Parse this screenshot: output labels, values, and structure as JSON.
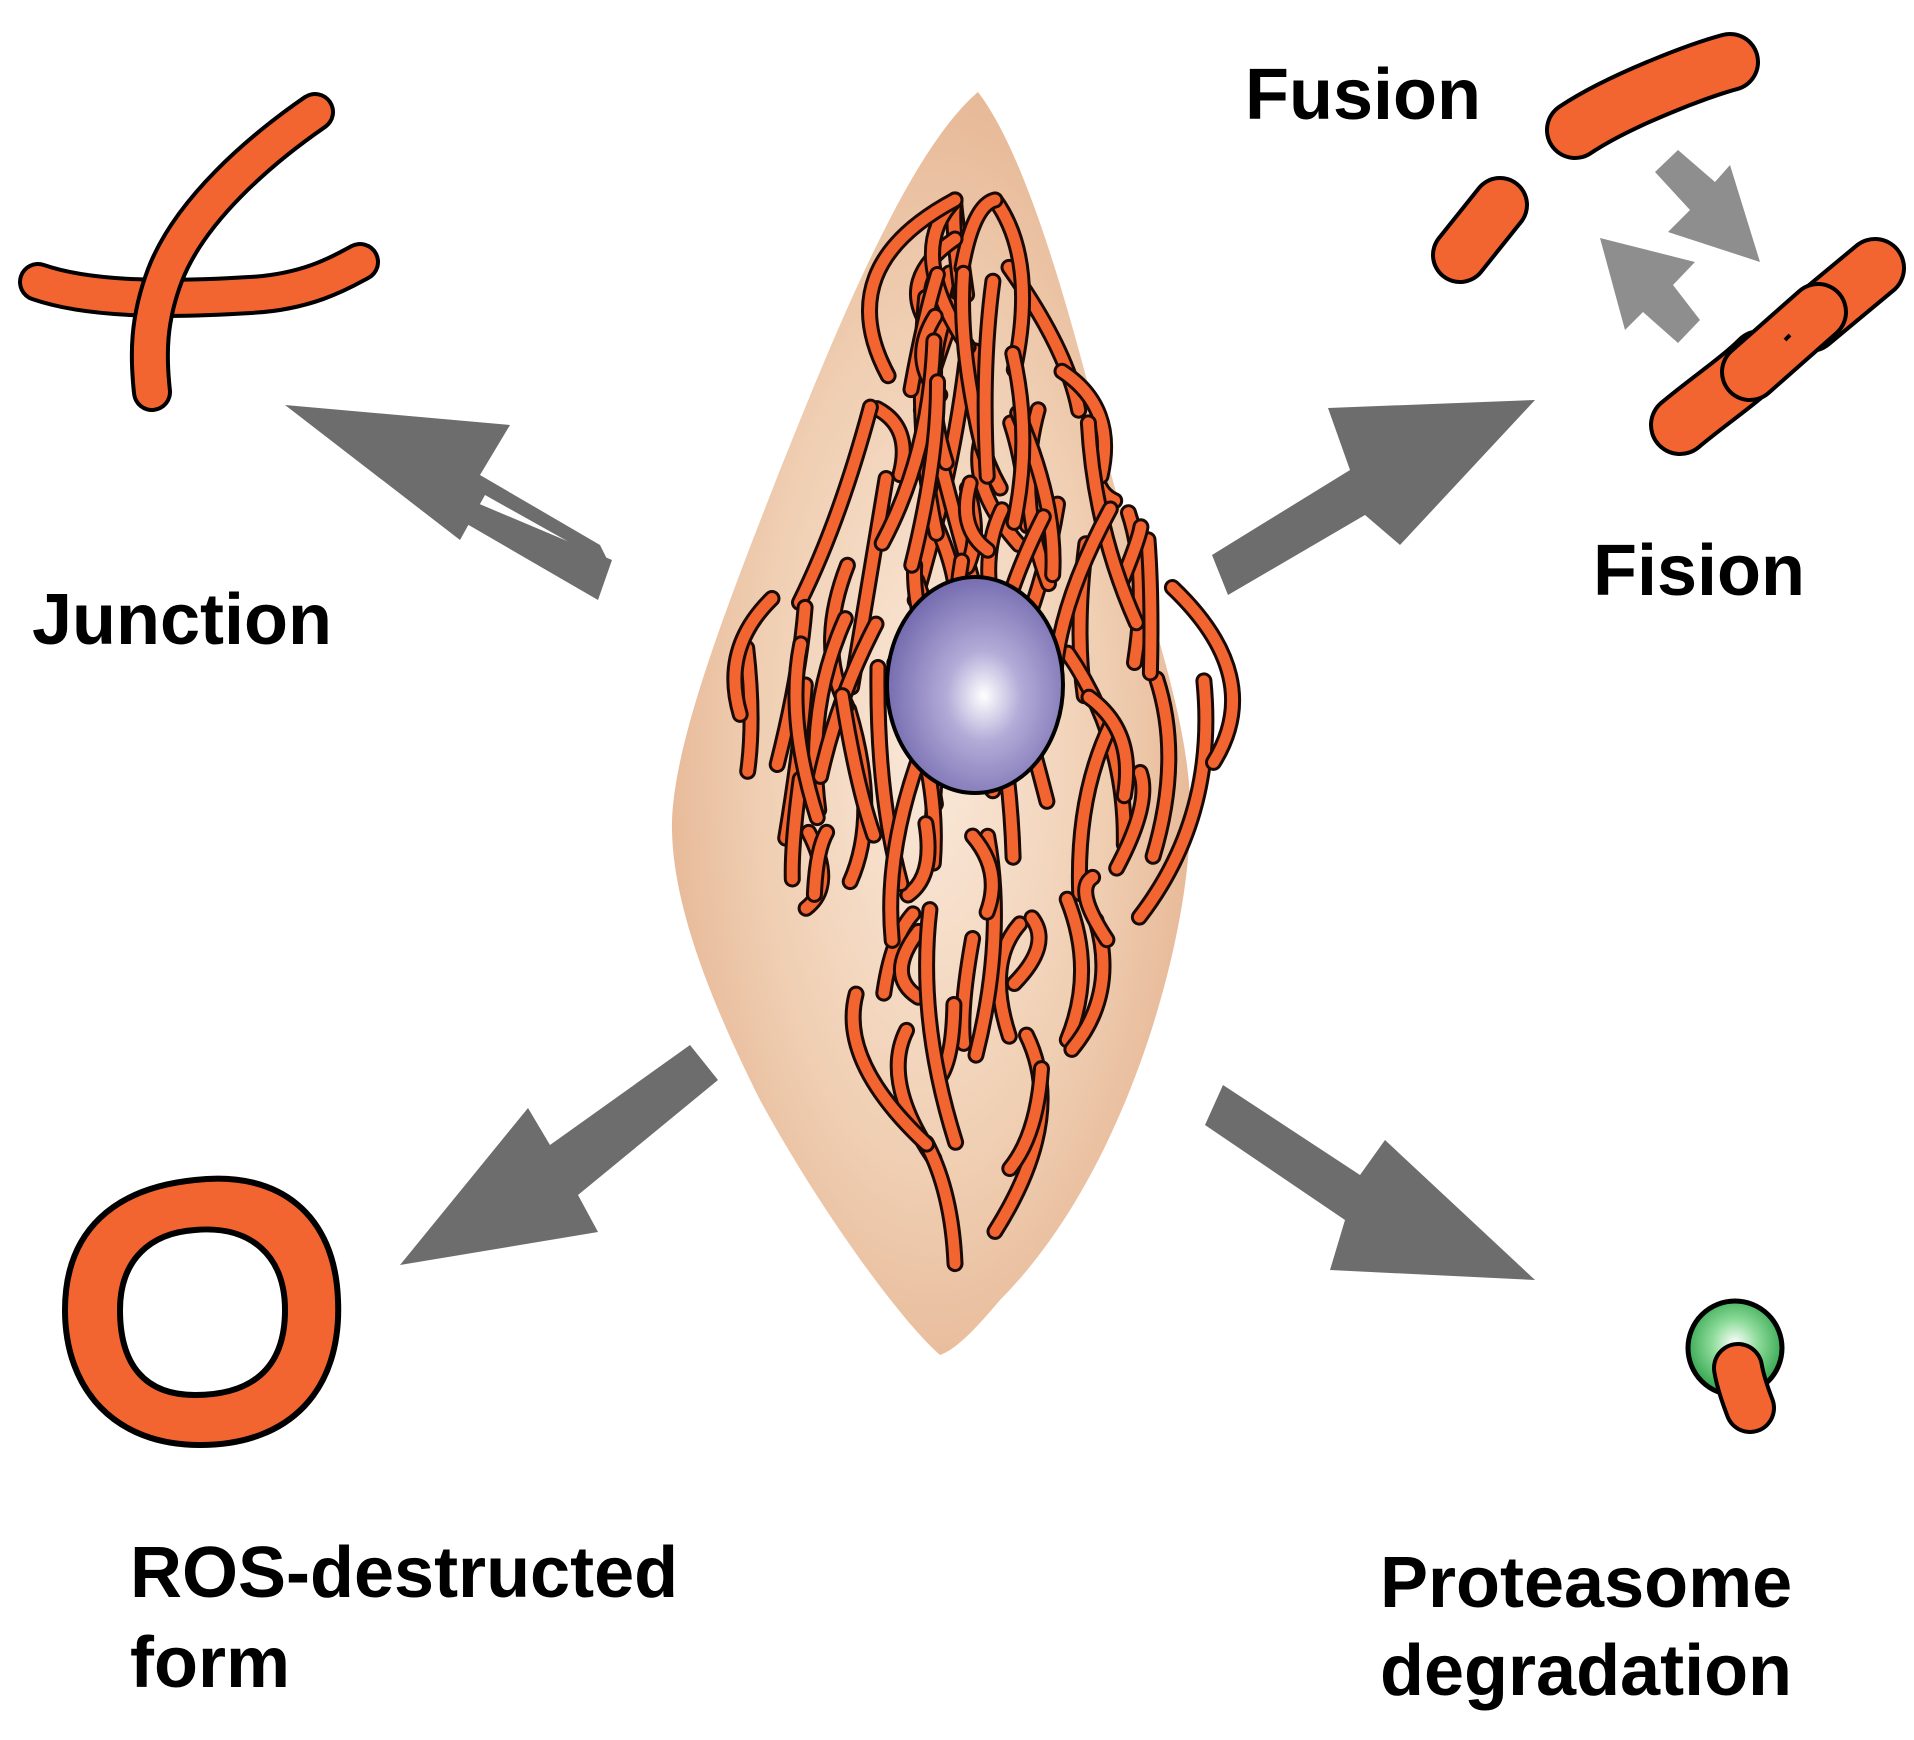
{
  "labels": {
    "junction": "Junction",
    "fusion": "Fusion",
    "fision": "Fision",
    "ros_line1": "ROS-destructed",
    "ros_line2": "form",
    "proteasome_line1": "Proteasome",
    "proteasome_line2": "degradation"
  },
  "colors": {
    "mitochondrion": "#f26430",
    "outline": "#000000",
    "arrow": "#6d6d6d",
    "small_arrow": "#8e8e8e",
    "cell": "#e7b794",
    "nucleus": "#7b72b5",
    "proteasome": "#2aa84a"
  },
  "icons": {
    "center": "cell-with-mitochondrial-network-icon",
    "junction": "mitochondria-junction-icon",
    "fusion_fision": "fusion-fision-cycle-icon",
    "ros": "ring-mitochondrion-icon",
    "proteasome": "proteasome-icon"
  }
}
